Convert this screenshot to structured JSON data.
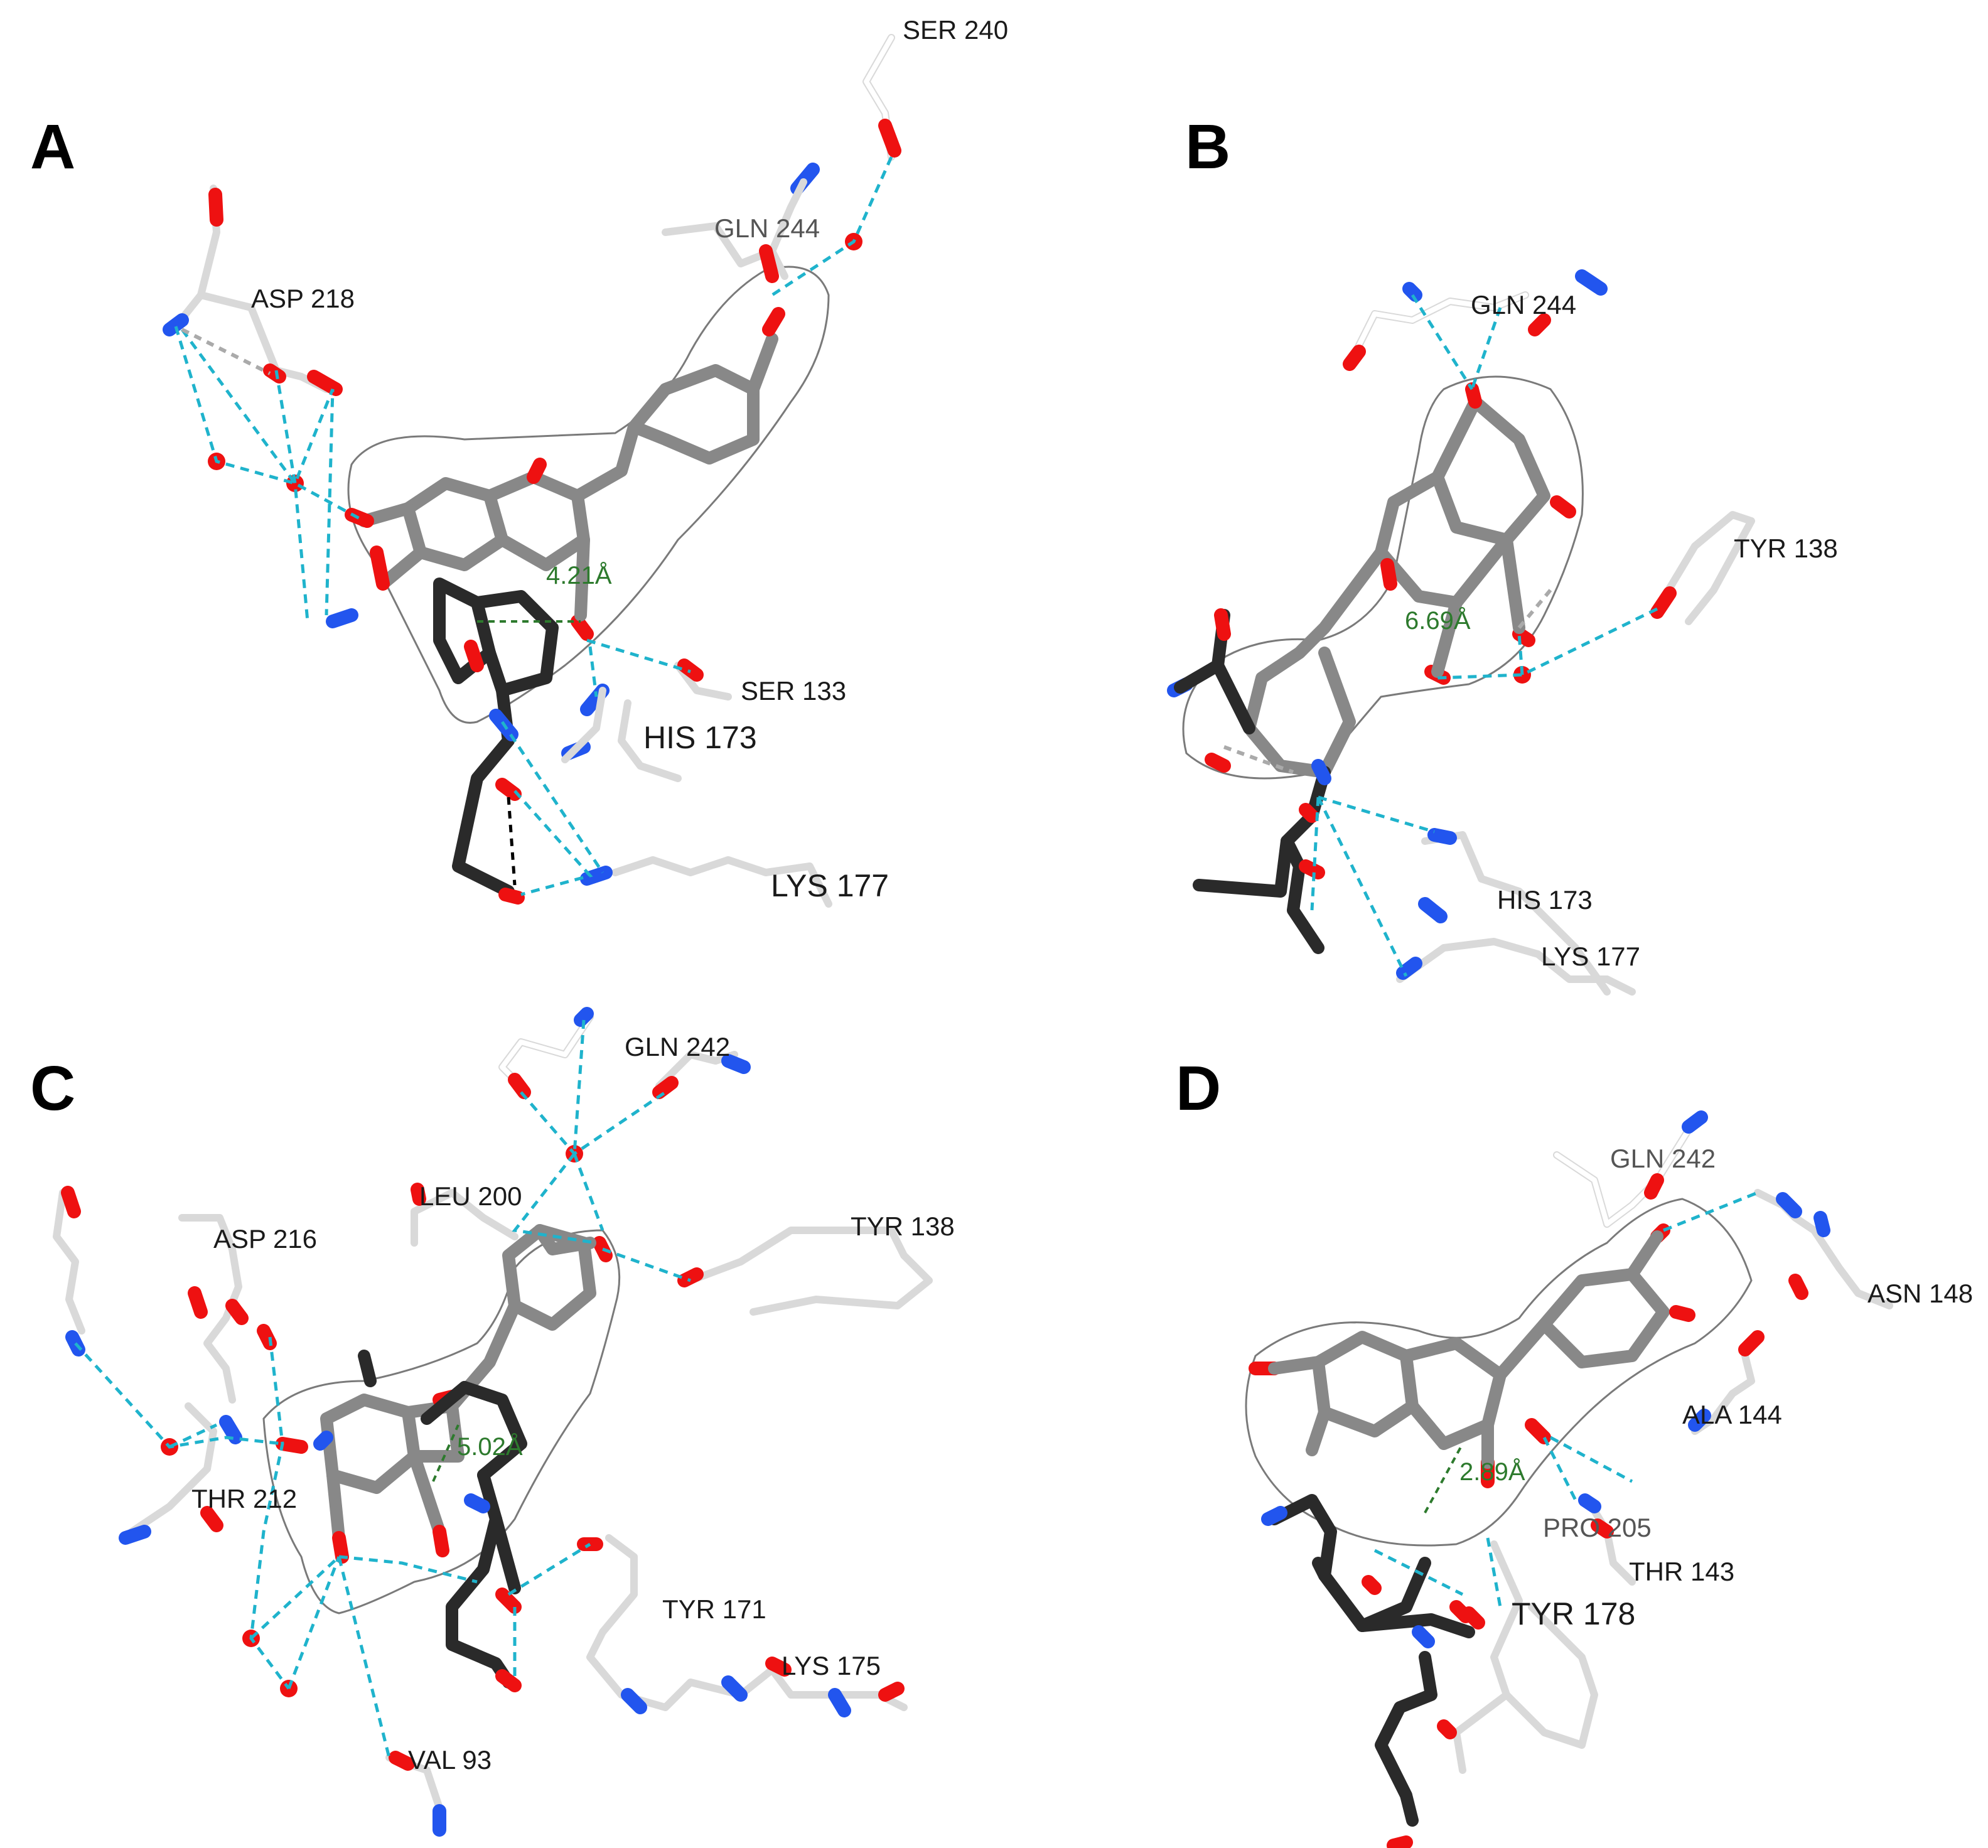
{
  "panels": [
    {
      "letter": "A",
      "residues": [
        "SER 240",
        "GLN 244",
        "ASP 218",
        "SER 133",
        "HIS 173",
        "LYS 177"
      ],
      "distance": "4.21Å"
    },
    {
      "letter": "B",
      "residues": [
        "GLN 244",
        "TYR 138",
        "HIS 173",
        "LYS 177"
      ],
      "distance": "6.69Å"
    },
    {
      "letter": "C",
      "residues": [
        "GLN 242",
        "LEU 200",
        "TYR 138",
        "ASP 216",
        "THR 212",
        "TYR 171",
        "LYS 175",
        "VAL 93"
      ],
      "distance": "5.02Å"
    },
    {
      "letter": "D",
      "residues": [
        "GLN 242",
        "ASN 148",
        "ALA 144",
        "PRO 205",
        "THR 143",
        "TYR 178"
      ],
      "distance": "2.89Å"
    }
  ],
  "colors": {
    "hbond": "#1fb3cc",
    "oxygen": "#ee1111",
    "nitrogen": "#2255ee",
    "ligand": "#888888",
    "molecule": "#2a2a2a",
    "distance": "#2d7a2d"
  }
}
